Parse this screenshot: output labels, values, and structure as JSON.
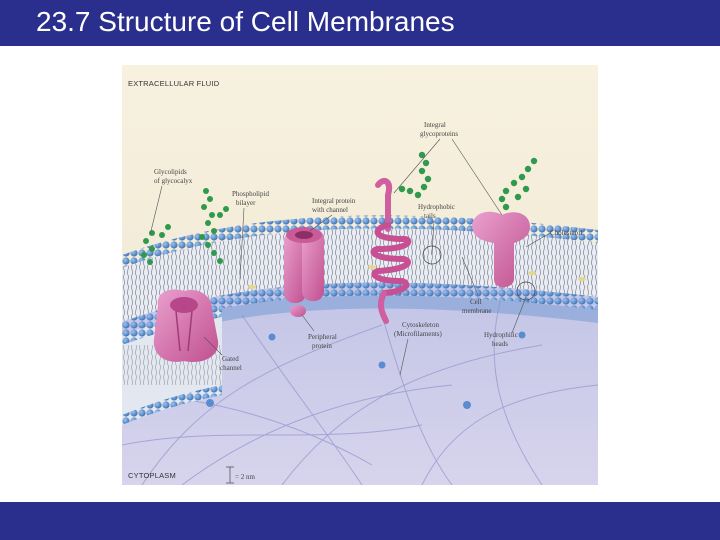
{
  "slide": {
    "title": "23.7 Structure of Cell Membranes"
  },
  "figure": {
    "region_top": "EXTRACELLULAR FLUID",
    "region_bottom": "CYTOPLASM",
    "scale": "= 2 nm",
    "labels": {
      "glycolipids": [
        "Glycolipids",
        "of glycocalyx"
      ],
      "phospholipid": [
        "Phospholipid",
        "bilayer"
      ],
      "integral_channel": [
        "Integral protein",
        "with channel"
      ],
      "integral_glyco": [
        "Integral",
        "glycoproteins"
      ],
      "hydrophobic": [
        "Hydrophobic",
        "tails"
      ],
      "cholesterol": [
        "Cholesterol"
      ],
      "cell_membrane": [
        "Cell",
        "membrane"
      ],
      "cytoskeleton": [
        "Cytoskeleton",
        "(Microfilaments)"
      ],
      "hydrophilic": [
        "Hydrophilic",
        "heads"
      ],
      "peripheral": [
        "Peripheral",
        "protein"
      ],
      "gated": [
        "Gated",
        "channel"
      ]
    }
  },
  "colors": {
    "bar": "#2a2e8c",
    "extracellular": "#f7f1df",
    "cytoplasm": "#c9c8e6",
    "heads": "#4a7fc1",
    "protein": "#d56aa6",
    "glyco": "#2f9a4c"
  }
}
